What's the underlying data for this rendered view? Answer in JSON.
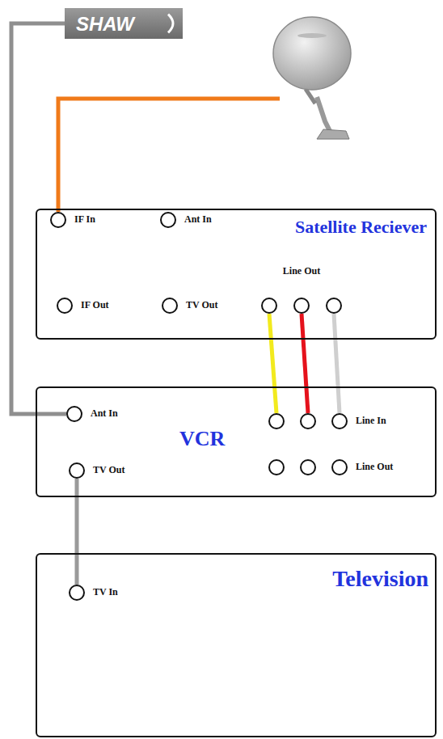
{
  "diagram": {
    "nodes": [
      {
        "text": [
          "SHAW"
        ]
      },
      {
        "text": [
          "Satellite Reciever"
        ]
      },
      {
        "text": [
          "IF In"
        ],
        "in": 1
      },
      {
        "text": [
          "Ant In"
        ],
        "in": 1
      },
      {
        "text": [
          "Line Out"
        ],
        "in": 1
      },
      {
        "text": [
          "IF Out"
        ],
        "in": 1
      },
      {
        "text": [
          "TV Out"
        ],
        "in": 1
      },
      {
        "text": [
          "VCR"
        ]
      },
      {
        "text": [
          "Ant In"
        ],
        "in": 7
      },
      {
        "text": [
          "TV Out"
        ],
        "in": 7
      },
      {
        "text": [
          "Line In"
        ],
        "in": 7
      },
      {
        "text": [
          "Line Out"
        ],
        "in": 7
      },
      {
        "text": [
          "Television"
        ]
      },
      {
        "text": [
          "TV In"
        ],
        "in": 12
      }
    ],
    "edges": [
      {
        "from": 0,
        "to": 8,
        "arrow": "none"
      },
      {
        "from": 4,
        "to": 10,
        "arrow": "none"
      },
      {
        "from": 4,
        "to": 10,
        "arrow": "none"
      },
      {
        "from": 4,
        "to": 10,
        "arrow": "none"
      },
      {
        "from": 9,
        "to": 13,
        "arrow": "none"
      }
    ]
  }
}
